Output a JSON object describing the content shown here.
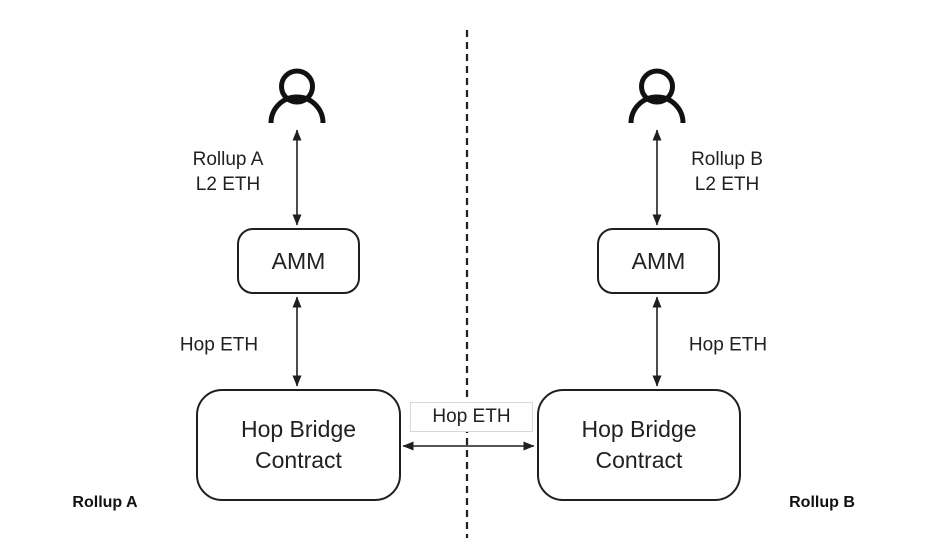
{
  "diagram": {
    "colors": {
      "background": "#ffffff",
      "stroke": "#1f1f1f",
      "text": "#212121",
      "center_label_border": "#d8d8d8"
    },
    "icons": {
      "user": "person-icon"
    },
    "rollup_a": {
      "region_label": "Rollup A",
      "user_edge_label": [
        "Rollup A",
        "L2 ETH"
      ],
      "amm_label": "AMM",
      "amm_edge_label": "Hop ETH",
      "bridge_label": [
        "Hop Bridge",
        "Contract"
      ]
    },
    "rollup_b": {
      "region_label": "Rollup B",
      "user_edge_label": [
        "Rollup B",
        "L2 ETH"
      ],
      "amm_label": "AMM",
      "amm_edge_label": "Hop ETH",
      "bridge_label": [
        "Hop Bridge",
        "Contract"
      ]
    },
    "cross_edge_label": "Hop ETH"
  }
}
